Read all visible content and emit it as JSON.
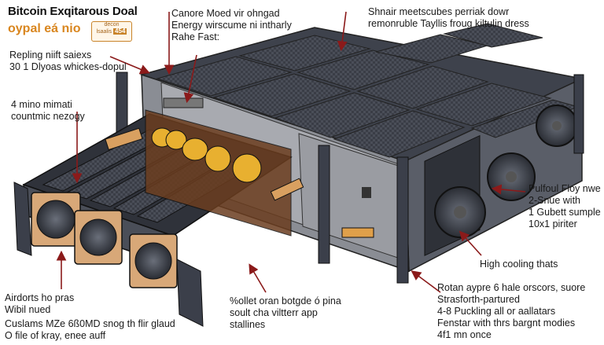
{
  "header": {
    "title": "Bitcoin Exqitarous Doal",
    "subtitle": "oypal eá nio",
    "badge_top": "decon",
    "badge_mid": "lsaalis",
    "badge_num": "454"
  },
  "labels": {
    "top_left_1": "Repling niift saiexs\n30 1 Dlyoas whickes-dopul",
    "left_mid": "4 mino mimati\ncountmic nezogy",
    "top_center": "Canore Moed vir ohngad\nEnergy wirscume ni intharly\nRahe Fast:",
    "top_right": "Shnair meetscubes perriak dowr\nremonruble Tayllis froug kiltulin dress",
    "right_mid": "Pulfoul Floy nwe\n2-Snue with\n1 Gubett sumple\n10x1 piriter",
    "right_cooling": "High cooling thats",
    "bottom_left_1": "Airdorts ho pras\nWibil nued",
    "bottom_left_2": "Cuslams MZe 6ß0MD snog th flir glaud\nO file of kray, enee auff",
    "bottom_center": "%ollet oran botgde ó pina\nsoult cha viltterr app\nstallines",
    "bottom_right": "Rotan aypre 6 hale orscors, suore\nStrasforth-partured\n4-8 Puckling all or aallatars\nFenstar with thrs bargnt modies\n4f1 mn once"
  },
  "colors": {
    "accent": "#d9861f",
    "arrow": "#8b1a1a",
    "chassis": "#3b3f4a",
    "fan_bezel": "#d8a878",
    "gold": "#e8b030"
  }
}
